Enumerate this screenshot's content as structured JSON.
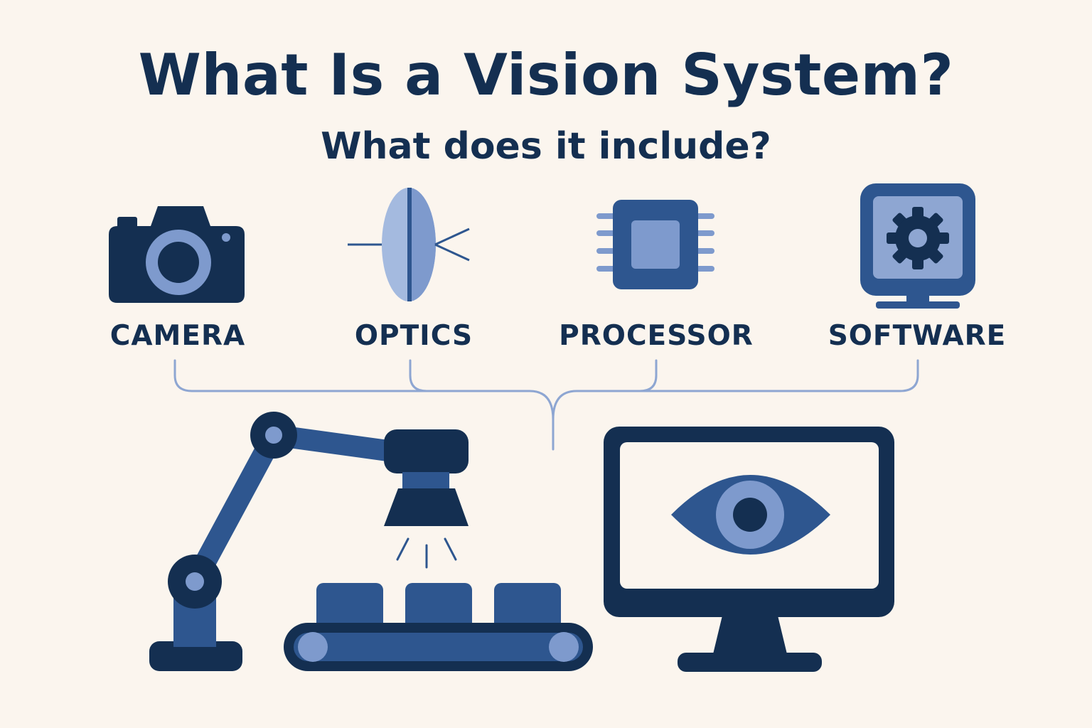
{
  "title": "What Is a Vision System?",
  "subtitle": "What does it include?",
  "components": [
    {
      "label": "CAMERA",
      "icon": "camera-icon"
    },
    {
      "label": "OPTICS",
      "icon": "lens-icon"
    },
    {
      "label": "PROCESSOR",
      "icon": "chip-icon"
    },
    {
      "label": "SOFTWARE",
      "icon": "gear-monitor-icon"
    }
  ],
  "illustrations": [
    {
      "icon": "robot-arm-icon"
    },
    {
      "icon": "conveyor-belt-icon"
    },
    {
      "icon": "eye-monitor-icon"
    }
  ],
  "colors": {
    "background": "#FBF5EE",
    "navy": "#142F51",
    "mid_blue": "#2E568F",
    "light_blue": "#7E9ACD",
    "connector": "#8EA6D2"
  }
}
